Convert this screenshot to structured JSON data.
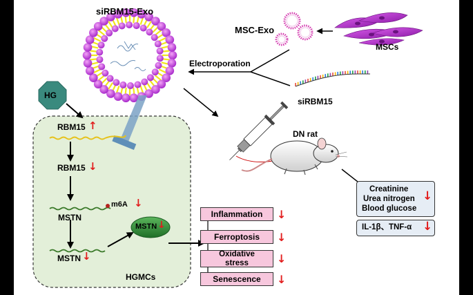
{
  "title_exo": "siRBM15-Exo",
  "msc_exo": "MSC-Exo",
  "mscs": "MSCs",
  "electroporation": "Electroporation",
  "sirbm15": "siRBM15",
  "hg": "HG",
  "rbm15_top": "RBM15",
  "rbm15_mid": "RBM15",
  "m6a": "m6A",
  "mstn_1": "MSTN",
  "mstn_2": "MSTN",
  "mstn_protein": "MSTN",
  "hgmcs": "HGMCs",
  "dn_rat": "DN rat",
  "outcomes": {
    "inflammation": "Inflammation",
    "ferroptosis": "Ferroptosis",
    "oxidative_stress": "Oxidative stress",
    "senescence": "Senescence"
  },
  "serum": {
    "creatinine": "Creatinine",
    "urea": "Urea nitrogen",
    "glucose": "Blood glucose"
  },
  "cytokines": "IL-1β、TNF-α",
  "arrows": {
    "up": "↑",
    "down": "↓"
  },
  "colors": {
    "exo_purple": "#b12ad6",
    "exo_yellow": "#f2e51b",
    "hgmc_fill": "#e3efd9",
    "hg_fill": "#3a8a7e",
    "outcome_pink": "#f7c7dd",
    "serum_blue": "#e6edf5",
    "mstn_green": "#2f8a34",
    "red_indicator": "#e21d1d"
  }
}
